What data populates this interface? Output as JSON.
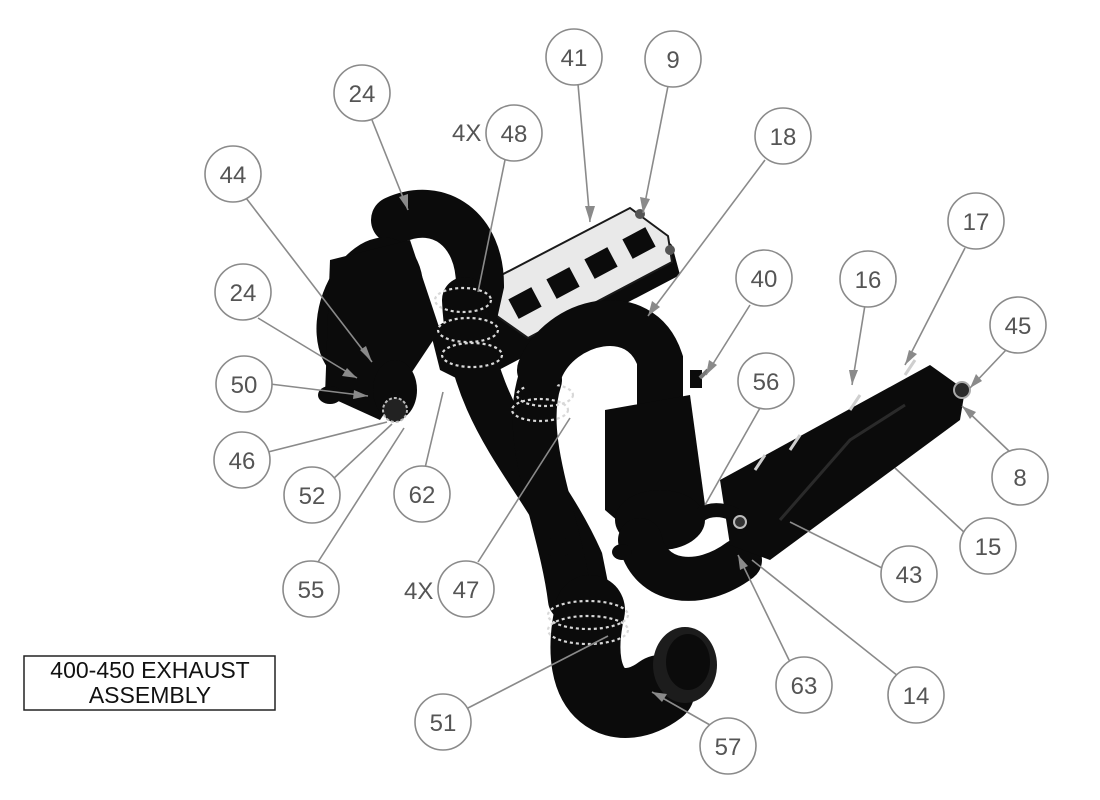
{
  "title": {
    "line1": "400-450 EXHAUST",
    "line2": "ASSEMBLY"
  },
  "quantities": {
    "q48": "4X",
    "q47": "4X"
  },
  "balloons": [
    {
      "id": "b41",
      "label": "41"
    },
    {
      "id": "b9",
      "label": "9"
    },
    {
      "id": "b24a",
      "label": "24"
    },
    {
      "id": "b48",
      "label": "48"
    },
    {
      "id": "b18",
      "label": "18"
    },
    {
      "id": "b44",
      "label": "44"
    },
    {
      "id": "b17",
      "label": "17"
    },
    {
      "id": "b40",
      "label": "40"
    },
    {
      "id": "b16",
      "label": "16"
    },
    {
      "id": "b24b",
      "label": "24"
    },
    {
      "id": "b45",
      "label": "45"
    },
    {
      "id": "b50",
      "label": "50"
    },
    {
      "id": "b56",
      "label": "56"
    },
    {
      "id": "b46",
      "label": "46"
    },
    {
      "id": "b8",
      "label": "8"
    },
    {
      "id": "b52",
      "label": "52"
    },
    {
      "id": "b62",
      "label": "62"
    },
    {
      "id": "b15",
      "label": "15"
    },
    {
      "id": "b43",
      "label": "43"
    },
    {
      "id": "b55",
      "label": "55"
    },
    {
      "id": "b47",
      "label": "47"
    },
    {
      "id": "b63",
      "label": "63"
    },
    {
      "id": "b14",
      "label": "14"
    },
    {
      "id": "b51",
      "label": "51"
    },
    {
      "id": "b57",
      "label": "57"
    }
  ]
}
